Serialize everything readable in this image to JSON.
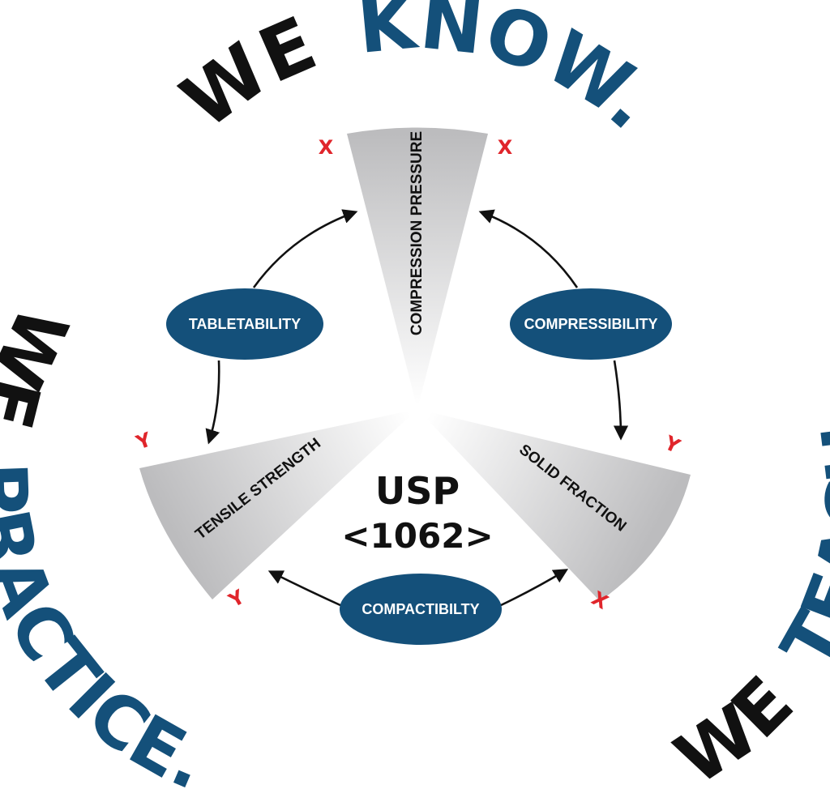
{
  "colors": {
    "navy": "#14507a",
    "black": "#111111",
    "red": "#e0252b",
    "sector_dark": "#bcbcbe",
    "sector_light": "#ffffff"
  },
  "ring": {
    "top_we": "WE",
    "top_know": "KNOW.",
    "left_we": "WE",
    "left_practice": "PRACTICE.",
    "right_we": "WE",
    "right_teach": "TEACH."
  },
  "sectors": {
    "top": "COMPRESSION PRESSURE",
    "left": "TENSILE STRENGTH",
    "right": "SOLID FRACTION"
  },
  "axis_letters": {
    "top_left": "X",
    "top_right": "X",
    "left_top": "Y",
    "left_bottom": "Y",
    "right_top": "Y",
    "right_bottom": "X"
  },
  "pills": {
    "tabletability": "TABLETABILITY",
    "compressibility": "COMPRESSIBILITY",
    "compactibility": "COMPACTIBILTY"
  },
  "center": {
    "line1": "USP",
    "line2": "<1062>"
  }
}
